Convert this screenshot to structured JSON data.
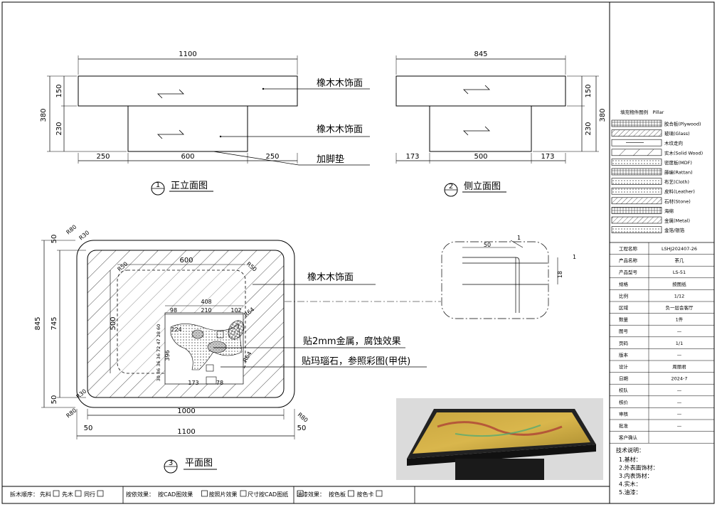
{
  "front_view": {
    "title": "正立面图",
    "num": "1",
    "dim_top": "1100",
    "dim_h_total": "380",
    "dim_h_top": "150",
    "dim_h_base": "230",
    "dim_b1": "250",
    "dim_b2": "600",
    "dim_b3": "250",
    "label_top": "橡木木饰面",
    "label_base": "橡木木饰面",
    "label_foot": "加脚垫"
  },
  "side_view": {
    "title": "侧立面图",
    "num": "2",
    "dim_top": "845",
    "dim_h_total": "380",
    "dim_h_top": "150",
    "dim_h_base": "230",
    "dim_b1": "173",
    "dim_b2": "500",
    "dim_b3": "173"
  },
  "plan_view": {
    "title": "平面图",
    "num": "3",
    "dim_bottom_total": "1100",
    "dim_bottom_inner": "1000",
    "dim_bottom_left": "50",
    "dim_bottom_right": "50",
    "dim_left_total": "845",
    "dim_left_inner": "745",
    "dim_left_top": "50",
    "dim_left_bottom": "50",
    "dim_inner_width": "600",
    "dim_inner_height": "500",
    "dim_408": "408",
    "dim_98": "98",
    "dim_210": "210",
    "dim_102": "102",
    "dim_224": "224",
    "dim_173": "173",
    "dim_78": "78",
    "dim_396": "396",
    "dim_left_chain": "30 36 36 36 72 47 28 60",
    "r_tl": "R80",
    "r_tl2": "R30",
    "r_bl": "R80",
    "r_bl2": "R30",
    "r_br": "R80",
    "r_in_tl": "R50",
    "r_in_tr": "R50",
    "r_in_r": "R64",
    "r_in_r2": "R64",
    "label_wood": "橡木木饰面",
    "label_metal": "贴2mm金属，腐蚀效果",
    "label_agate": "贴玛瑙石，参照彩图(甲供)"
  },
  "detail": {
    "dim_50": "50",
    "dim_1_top": "1",
    "dim_1_right": "1",
    "dim_18": "18"
  },
  "legend": {
    "title": "填充物件图例　Pillar",
    "items": [
      "胶合板(Plywood)",
      "玻璃(Glass)",
      "木纹走向",
      "实木(Solid Wood)",
      "密度板(MDF)",
      "藤编(Rattan)",
      "布艺(Cloth)",
      "皮料(Leather)",
      "石材(Stone)",
      "海绵",
      "金属(Metal)",
      "金箔/银箔"
    ]
  },
  "info_table": [
    {
      "k": "工程名称",
      "v": "LSHJ202407-26"
    },
    {
      "k": "产品名称",
      "v": "茶几"
    },
    {
      "k": "产品型号",
      "v": "LS-51"
    },
    {
      "k": "规格",
      "v": "按图纸"
    },
    {
      "k": "比例",
      "v": "1/12"
    },
    {
      "k": "区域",
      "v": "负一层会客厅"
    },
    {
      "k": "数量",
      "v": "1件"
    },
    {
      "k": "图号",
      "v": "—"
    },
    {
      "k": "页码",
      "v": "1/1"
    },
    {
      "k": "版本",
      "v": "—"
    },
    {
      "k": "设计",
      "v": "周丽君"
    },
    {
      "k": "日期",
      "v": "2024-7"
    },
    {
      "k": "校队",
      "v": "—"
    },
    {
      "k": "核价",
      "v": "—"
    },
    {
      "k": "审核",
      "v": "—"
    },
    {
      "k": "批准",
      "v": "—"
    },
    {
      "k": "客户确认",
      "v": ""
    }
  ],
  "tech_notes": {
    "title": "技术说明：",
    "lines": [
      "1.基材：",
      "2.外表面饰材：",
      "3.内表饰材：",
      "4.实木：",
      "5.油漆："
    ]
  },
  "bottom_bar": {
    "sec1_title": "拆木顺序：",
    "sec1_items": [
      "先料",
      "先木",
      "同行"
    ],
    "sec2_title": "按依效果：",
    "sec2_items": [
      "按CAD图效果",
      "按照片效果",
      "尺寸按CAD图纸"
    ],
    "sec3_title": "油漆效果：",
    "sec3_items": [
      "按色板",
      "按色卡"
    ]
  },
  "colors": {
    "line": "#000000",
    "photo_bg": "#d9d9d9"
  }
}
